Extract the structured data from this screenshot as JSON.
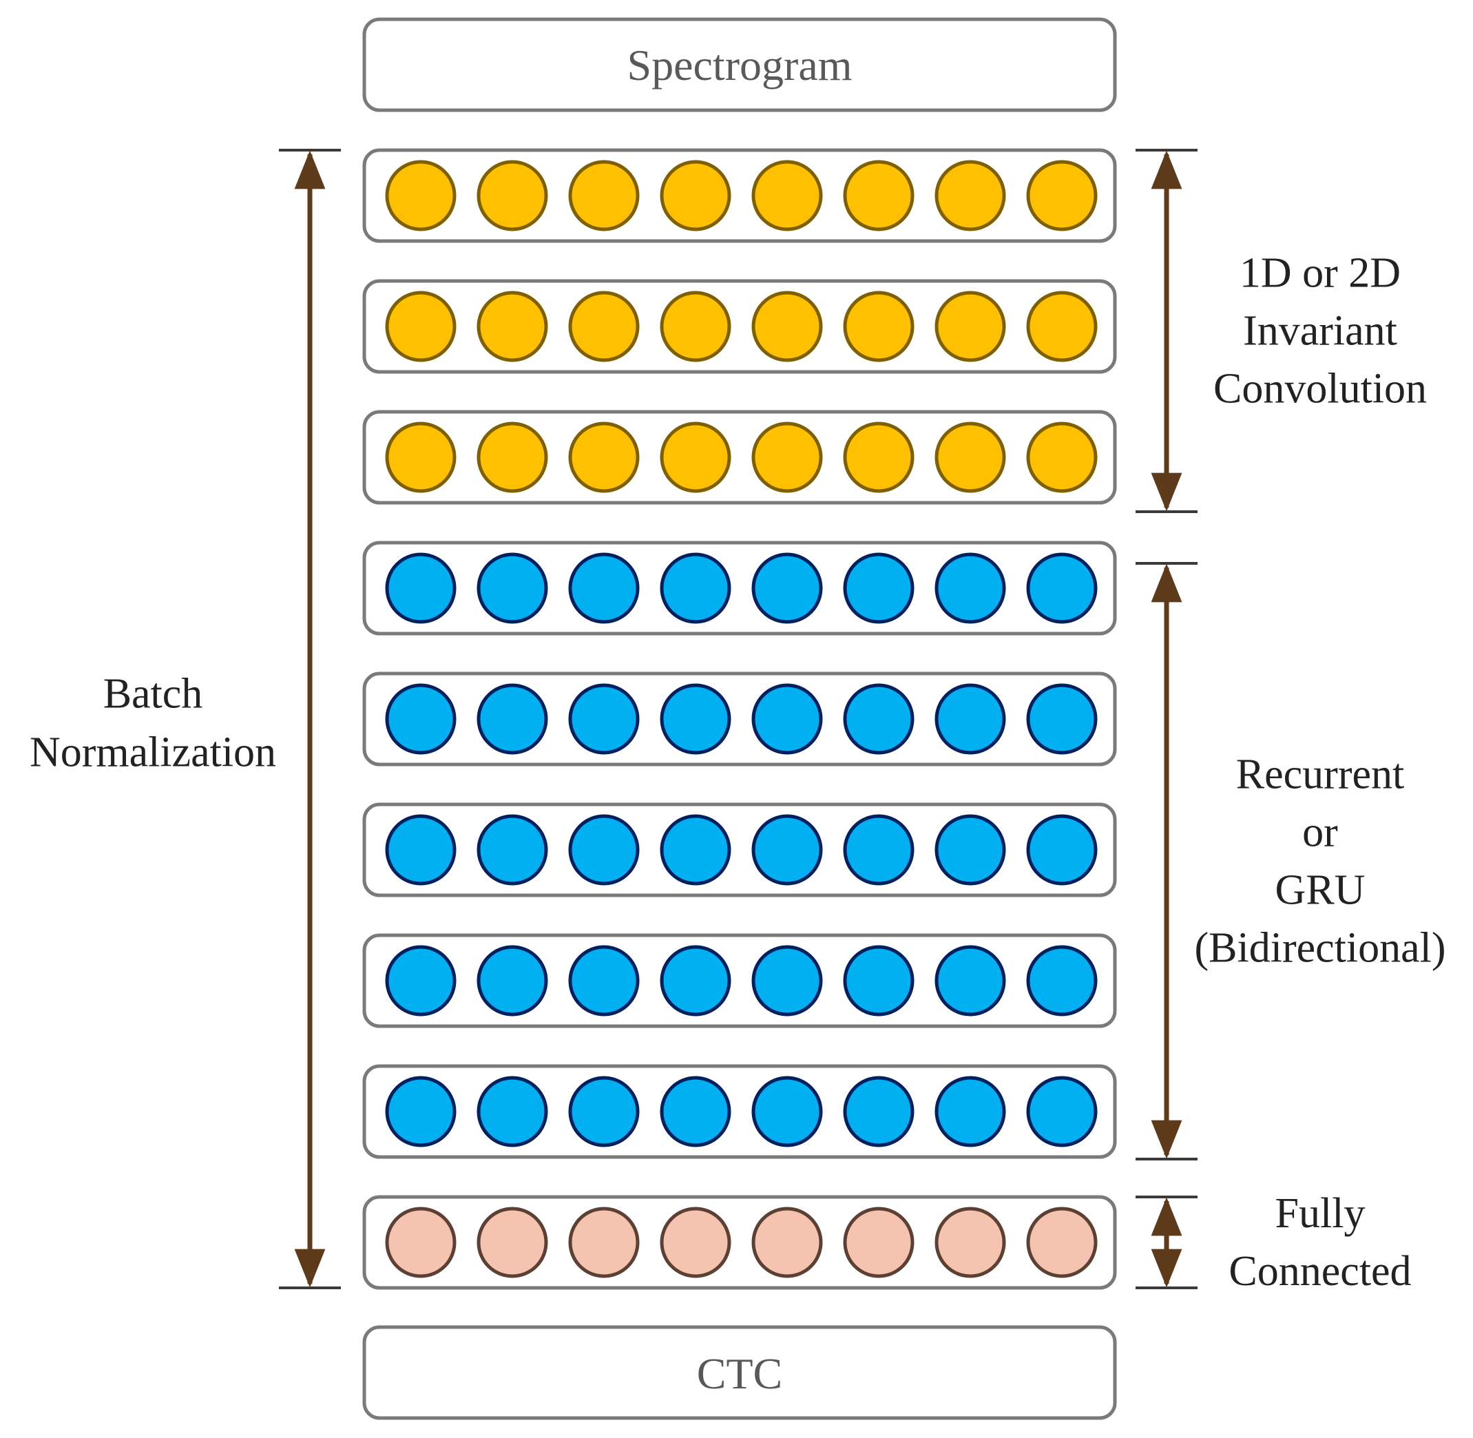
{
  "input_label": "Spectrogram",
  "output_label": "CTC",
  "nodes_per_layer": 8,
  "layer_groups": [
    {
      "id": "convolution",
      "layers": 3,
      "fill": "#FFC000",
      "stroke": "#7F6000",
      "label_lines": [
        "1D or 2D",
        "Invariant",
        "Convolution"
      ]
    },
    {
      "id": "recurrent",
      "layers": 5,
      "fill": "#00B0F0",
      "stroke": "#002060",
      "label_lines": [
        "Recurrent",
        "or",
        "GRU",
        "(Bidirectional)"
      ]
    },
    {
      "id": "fully-connected",
      "layers": 1,
      "fill": "#F4C4B0",
      "stroke": "#5C4033",
      "label_lines": [
        "Fully",
        "Connected"
      ]
    }
  ],
  "span_label_lines": [
    "Batch",
    "Normalization"
  ],
  "arrow_color": "#5C3A1A"
}
